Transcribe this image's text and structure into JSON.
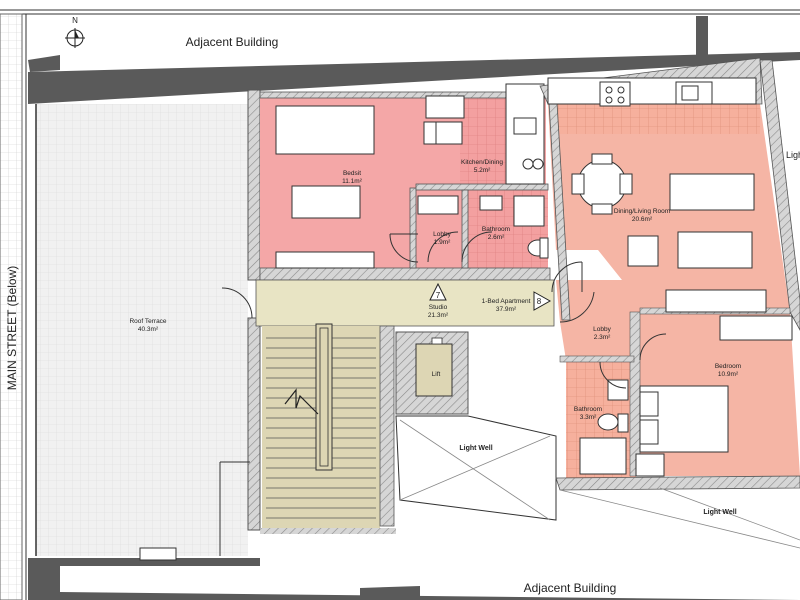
{
  "labels": {
    "adjacent_top": "Adjacent Building",
    "adjacent_bottom": "Adjacent Building",
    "main_street": "MAIN STREET (Below)",
    "north": "N",
    "light_well_center": "Light Well",
    "light_well_right": "Light Well",
    "light_top_right": "Ligh"
  },
  "rooms": {
    "roof_terrace": {
      "name": "Roof Terrace",
      "area": "40.3m²"
    },
    "bedsit": {
      "name": "Bedsit",
      "area": "11.1m²"
    },
    "kitchen_dining": {
      "name": "Kitchen/Dining",
      "area": "5.2m²"
    },
    "lobby_studio": {
      "name": "Lobby",
      "area": "1.9m²"
    },
    "bathroom_studio": {
      "name": "Bathroom",
      "area": "2.6m²"
    },
    "studio": {
      "name": "Studio",
      "area": "21.3m²",
      "number": "7"
    },
    "one_bed": {
      "name": "1-Bed Apartment",
      "area": "37.9m²",
      "number": "8"
    },
    "dining_living": {
      "name": "Dining/Living Room",
      "area": "20.6m²"
    },
    "lobby_apartment": {
      "name": "Lobby",
      "area": "2.3m²"
    },
    "bedroom": {
      "name": "Bedroom",
      "area": "10.9m²"
    },
    "bathroom_apartment": {
      "name": "Bathroom",
      "area": "3.3m²"
    },
    "lift": {
      "name": "Lift"
    }
  },
  "colors": {
    "terrace": "#e6e6e6",
    "studio_pink": "#f4a7a7",
    "apartment_salmon": "#f5b5a5",
    "corridor": "#e8e4c4",
    "stairs": "#ddd6b4",
    "wall": "#5a5a5a"
  }
}
